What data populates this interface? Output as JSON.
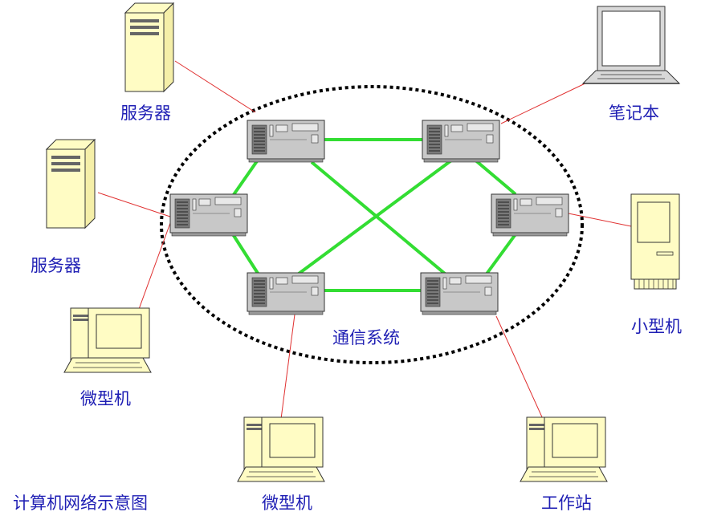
{
  "labels": {
    "server_top": "服务器",
    "server_left": "服务器",
    "laptop": "笔记本",
    "minicomputer": "小型机",
    "micro_left": "微型机",
    "micro_bottom": "微型机",
    "workstation": "工作站",
    "comm_system": "通信系统",
    "caption": "计算机网络示意图"
  },
  "colors": {
    "backbone_link": "#33dd33",
    "access_link": "#e03030",
    "label_text": "#1f1fb4",
    "device_fill": "#fffcc4",
    "node_fill": "#c8c8c8"
  }
}
